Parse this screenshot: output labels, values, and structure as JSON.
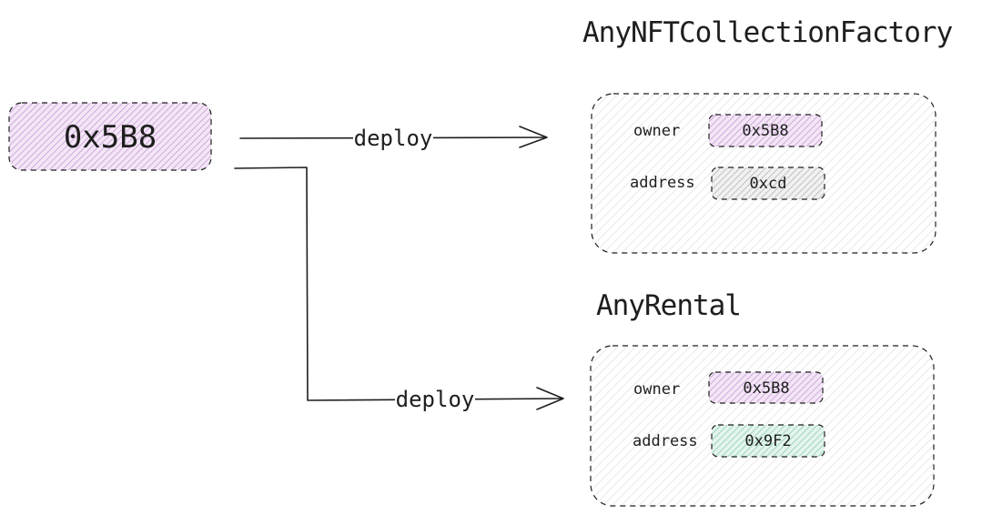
{
  "sender": {
    "label": "0x5B8",
    "color": "#e3c8ec"
  },
  "edges": [
    {
      "label": "deploy",
      "target": "contract-factory"
    },
    {
      "label": "deploy",
      "target": "contract-rental"
    }
  ],
  "contracts": [
    {
      "title": "AnyNFTCollectionFactory",
      "fields": [
        {
          "key": "owner",
          "value": "0x5B8",
          "color": "#e3c8ec"
        },
        {
          "key": "address",
          "value": "0xcd",
          "color": "#d2d2d2"
        }
      ]
    },
    {
      "title": "AnyRental",
      "fields": [
        {
          "key": "owner",
          "value": "0x5B8",
          "color": "#e3c8ec"
        },
        {
          "key": "address",
          "value": "0x9F2",
          "color": "#b9e5d2"
        }
      ]
    }
  ],
  "colors": {
    "panel_hatch": "#e7e7e7",
    "stroke": "#1e1e1e"
  }
}
